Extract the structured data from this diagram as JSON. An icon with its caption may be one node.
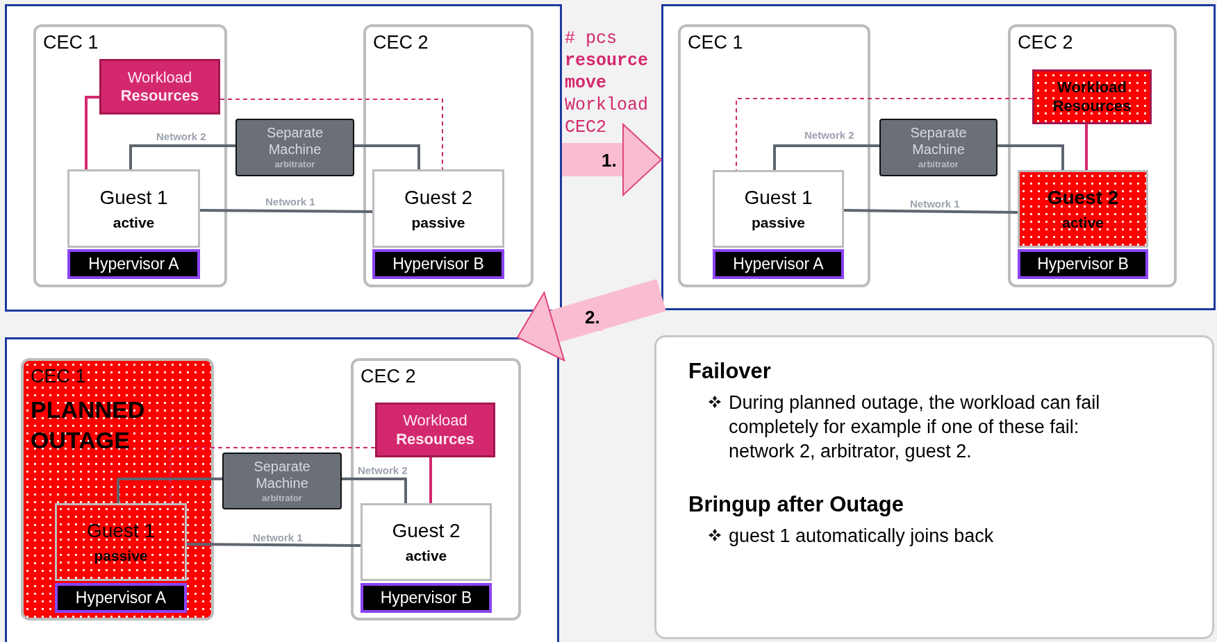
{
  "diagram": {
    "nodes": [
      {
        "text": [],
        "shape": "box"
      },
      {
        "text": [
          "CEC 1"
        ],
        "in": 0
      },
      {
        "text": [
          "CEC 2"
        ],
        "in": 0
      },
      {
        "text": [
          "Workload **Resources**"
        ],
        "in": 1
      },
      {
        "text": [
          "Separate Machine",
          "arbitrator"
        ],
        "in": 0
      },
      {
        "text": [
          "Guest 1",
          "active"
        ],
        "in": 1
      },
      {
        "text": [
          "Hypervisor A"
        ],
        "in": 1
      },
      {
        "text": [
          "Guest 2",
          "passive"
        ],
        "in": 2
      },
      {
        "text": [
          "Hypervisor B"
        ],
        "in": 2
      },
      {
        "text": [],
        "shape": "box"
      },
      {
        "text": [
          "CEC 1"
        ],
        "in": 9
      },
      {
        "text": [
          "CEC 2"
        ],
        "in": 9
      },
      {
        "text": [
          "Workload Resources"
        ],
        "in": 11
      },
      {
        "text": [
          "Separate Machine",
          "arbitrator"
        ],
        "in": 9
      },
      {
        "text": [
          "Guest 1",
          "passive"
        ],
        "in": 10
      },
      {
        "text": [
          "Hypervisor A"
        ],
        "in": 10
      },
      {
        "text": [
          "Guest 2",
          "active"
        ],
        "in": 11
      },
      {
        "text": [
          "Hypervisor B"
        ],
        "in": 11
      },
      {
        "text": [],
        "shape": "box"
      },
      {
        "text": [
          "CEC 1",
          "PLANNED OUTAGE"
        ],
        "in": 18
      },
      {
        "text": [
          "CEC 2"
        ],
        "in": 18
      },
      {
        "text": [
          "Workload **Resources**"
        ],
        "in": 20
      },
      {
        "text": [
          "Separate Machine",
          "arbitrator"
        ],
        "in": 18
      },
      {
        "text": [
          "Guest 1",
          "passive"
        ],
        "in": 19
      },
      {
        "text": [
          "Hypervisor A"
        ],
        "in": 19
      },
      {
        "text": [
          "Guest 2",
          "active"
        ],
        "in": 20
      },
      {
        "text": [
          "Hypervisor B"
        ],
        "in": 20
      },
      {
        "text": [
          "Failover",
          "During planned outage, the workload can fail completely for example if one of these fail: network 2, arbitrator, guest 2.",
          "Bringup after Outage",
          "guest 1 automatically joins back"
        ]
      }
    ],
    "edges": [
      {
        "from": 0,
        "to": 9,
        "arrow": "to",
        "label": "1.",
        "style": "thick",
        "color": "#f9bcd0"
      },
      {
        "from": 9,
        "to": 18,
        "arrow": "to",
        "label": "2.",
        "style": "thick",
        "color": "#f9bcd0"
      },
      {
        "from": 3,
        "to": 5,
        "arrow": "none",
        "color": "#d4286e"
      },
      {
        "from": 3,
        "to": 7,
        "arrow": "none",
        "style": "dashed",
        "color": "#d4286e"
      },
      {
        "from": 4,
        "to": 5,
        "arrow": "none",
        "label": "Network 2"
      },
      {
        "from": 4,
        "to": 7,
        "arrow": "none"
      },
      {
        "from": 5,
        "to": 7,
        "arrow": "none",
        "label": "Network 1"
      },
      {
        "from": 12,
        "to": 14,
        "arrow": "none",
        "style": "dashed",
        "color": "#d4286e"
      },
      {
        "from": 12,
        "to": 16,
        "arrow": "none",
        "color": "#d4286e"
      },
      {
        "from": 13,
        "to": 14,
        "arrow": "none",
        "label": "Network 2"
      },
      {
        "from": 13,
        "to": 16,
        "arrow": "none"
      },
      {
        "from": 14,
        "to": 16,
        "arrow": "none",
        "label": "Network 1"
      },
      {
        "from": 21,
        "to": 23,
        "arrow": "none",
        "style": "dashed",
        "color": "#d4286e"
      },
      {
        "from": 21,
        "to": 25,
        "arrow": "none",
        "color": "#d4286e"
      },
      {
        "from": 22,
        "to": 23,
        "arrow": "none"
      },
      {
        "from": 22,
        "to": 25,
        "arrow": "none",
        "label": "Network 2"
      },
      {
        "from": 23,
        "to": 25,
        "arrow": "none",
        "label": "Network 1"
      }
    ],
    "labels": [
      "# pcs **resource move** Workload CEC2"
    ]
  }
}
